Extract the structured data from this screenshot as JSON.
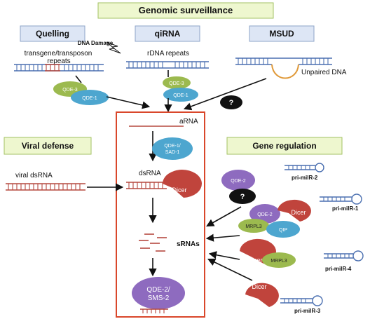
{
  "banners": {
    "genomic_surveillance": "Genomic surveillance",
    "quelling": "Quelling",
    "qirna": "qiRNA",
    "msud": "MSUD",
    "viral_defense": "Viral defense",
    "gene_regulation": "Gene regulation"
  },
  "labels": {
    "transgene": "transgene/transposon",
    "repeats": "repeats",
    "dna_damage": "DNA Damage",
    "rdna_repeats": "rDNA repeats",
    "unpaired_dna": "Unpaired DNA",
    "viral_dsrna": "viral dsRNA",
    "arna": "aRNA",
    "dsrna": "dsRNA",
    "srnas": "sRNAs",
    "pri_milr_2": "pri-milR-2",
    "pri_milr_1": "pri-milR-1",
    "pri_milr_4": "pri-milR-4",
    "pri_milr_3": "pri-milR-3"
  },
  "proteins": {
    "qde3": "QDE-3",
    "qde1": "QDE-1",
    "qde1_sad1_line1": "QDE-1/",
    "qde1_sad1_line2": "SAD-1",
    "dicer": "Dicer",
    "qde2": "QDE-2",
    "mrpl3": "MRPL3",
    "qip": "QIP",
    "qde2_sms2_line1": "QDE-2/",
    "qde2_sms2_line2": "SMS-2",
    "unknown": "?"
  },
  "colors": {
    "banner_green": "#eef7cf",
    "banner_blue": "#dde6f5",
    "rna_red": "#b5483f",
    "dna_blue": "#4a6fb0",
    "dicer_red": "#c0443c",
    "qde_green": "#9cba4f",
    "qde_blue": "#4da6cf",
    "qde2_purple": "#8e6bbf",
    "unpaired_loop_orange": "#e09a3a",
    "central_box_border": "#d9472b"
  }
}
